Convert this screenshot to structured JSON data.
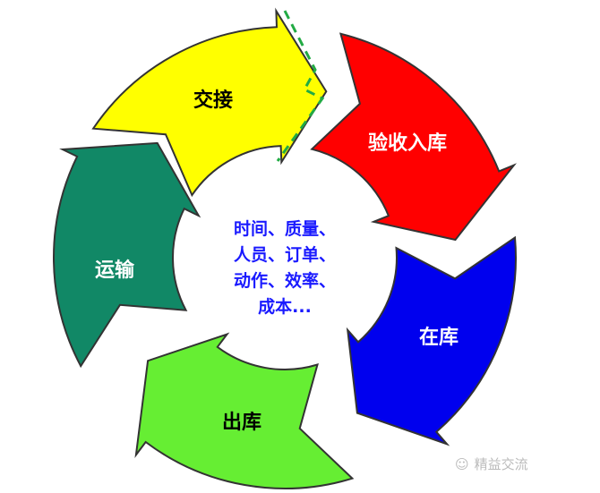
{
  "segments": [
    {
      "label": "交接",
      "color": "#ffff00"
    },
    {
      "label": "验收入库",
      "color": "#ff0000"
    },
    {
      "label": "在库",
      "color": "#0000ee"
    },
    {
      "label": "出库",
      "color": "#66ee33"
    },
    {
      "label": "运输",
      "color": "#118866"
    }
  ],
  "center_lines": [
    "时间、质量、",
    "人员、订单、",
    "动作、效率、",
    "成本..."
  ],
  "watermark": "精益交流"
}
